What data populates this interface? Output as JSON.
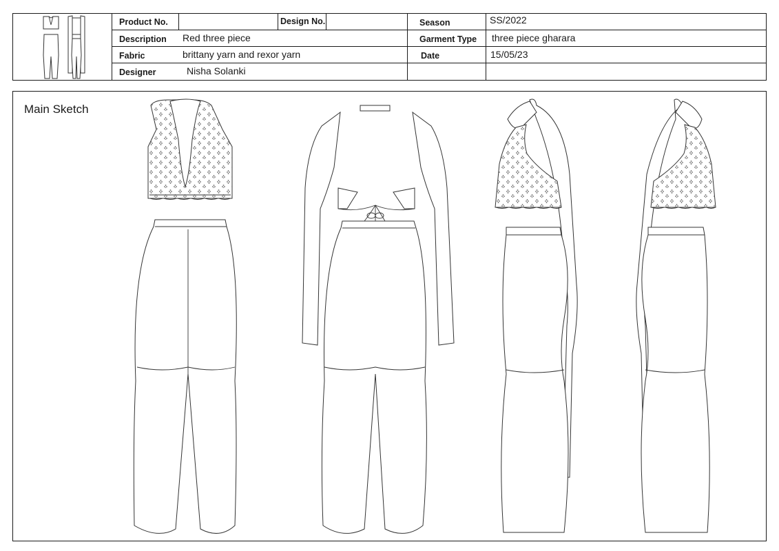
{
  "spec": {
    "product_no_label": "Product No.",
    "product_no_value": "",
    "design_no_label": "Design No.",
    "design_no_value": "",
    "season_label": "Season",
    "season_value": "SS/2022",
    "description_label": "Description",
    "description_value": "Red three piece",
    "garment_type_label": "Garment Type",
    "garment_type_value": "three piece gharara",
    "fabric_label": "Fabric",
    "fabric_value": "brittany yarn and rexor yarn",
    "date_label": "Date",
    "date_value": "15/05/23",
    "designer_label": "Designer",
    "designer_value": "Nisha Solanki"
  },
  "sketch": {
    "title": "Main Sketch",
    "views": [
      "front-view-icon",
      "back-view-icon",
      "right-side-view-icon",
      "left-side-view-icon"
    ]
  }
}
